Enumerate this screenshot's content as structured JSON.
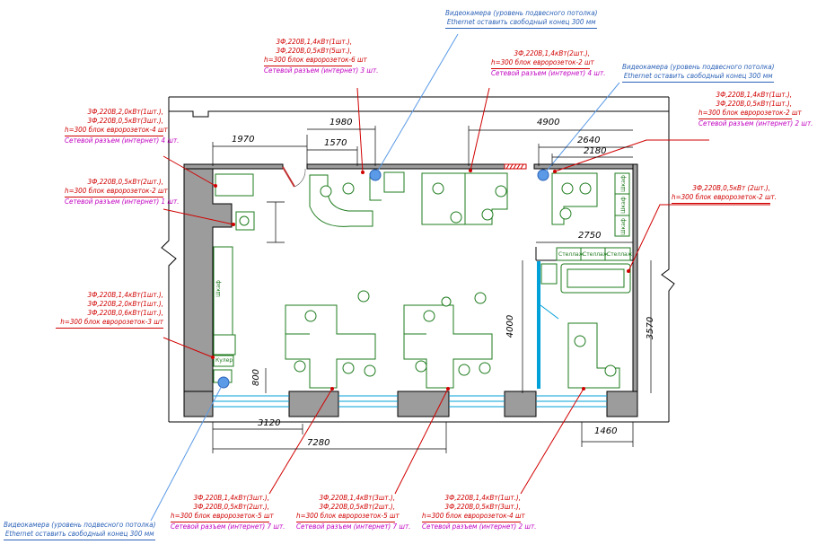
{
  "labels": {
    "cam_top": [
      "Видеокамера (уровень подвесного потолка)",
      "Ethernet оставить свободный конец 300 мм"
    ],
    "cam_right": [
      "Видеокамера (уровень подвесного потолка)",
      "Ethernet оставить свободный конец 300 мм"
    ],
    "cam_bottom": [
      "Видеокамера (уровень подвесного потолка)",
      "Ethernet оставить свободный конец 300 мм"
    ],
    "top_center": {
      "lines": [
        "3Ф,220В,1,4кВт(1шт.),",
        "3Ф,220В,0,5кВт(5шт.),",
        "h=300 блок евророзеток-6 шт"
      ],
      "net": "Сетевой разъем (интернет) 3 шт."
    },
    "top_right1": {
      "lines": [
        "3Ф,220В,1,4кВт(2шт.),",
        "h=300 блок евророзеток-2 шт"
      ],
      "net": "Сетевой разъем (интернет) 4 шт."
    },
    "top_right2": {
      "lines": [
        "3Ф,220В,1,4кВт(1шт.),",
        "3Ф,220В,0,5кВт(1шт.),",
        "h=300 блок евророзеток-2 шт"
      ],
      "net": "Сетевой разъем (интернет) 2 шт."
    },
    "left1": {
      "lines": [
        "3Ф,220В,2,0кВт(1шт.),",
        "3Ф,220В,0,5кВт(3шт.),",
        "h=300 блок евророзеток-4 шт"
      ],
      "net": "Сетевой разъем (интернет) 4 шт."
    },
    "left2": {
      "lines": [
        "3Ф,220В,0,5кВт(2шт.),",
        "h=300 блок евророзеток-2 шт"
      ],
      "net": "Сетевой разъем (интернет) 1 шт."
    },
    "left3": {
      "lines": [
        "3Ф,220В,1,4кВт(1шт.),",
        "3Ф,220В,2,0кВт(1шт.),",
        "3Ф,220В,0,6кВт(1шт.),",
        "h=300 блок евророзеток-3 шт"
      ]
    },
    "right_mid": {
      "lines": [
        "3Ф,220В,0,5кВт (2шт.),",
        "h=300 блок евророзеток-2 шт."
      ]
    },
    "bottom1": {
      "lines": [
        "3Ф,220В,1,4кВт(3шт.),",
        "3Ф,220В,0,5кВт(2шт.),",
        "h=300 блок евророзеток-5 шт"
      ],
      "net": "Сетевой разъем (интернет) 7 шт."
    },
    "bottom2": {
      "lines": [
        "3Ф,220В,1,4кВт(3шт.),",
        "3Ф,220В,0,5кВт(2шт.),",
        "h=300 блок евророзеток-5 шт"
      ],
      "net": "Сетевой разъем (интернет) 7 шт."
    },
    "bottom3": {
      "lines": [
        "3Ф,220В,1,4кВт(1шт.),",
        "3Ф,220В,0,5кВт(3шт.),",
        "h=300 блок евророзеток-4 шт"
      ],
      "net": "Сетевой разъем (интернет) 2 шт."
    }
  },
  "dimensions": {
    "d1970": "1970",
    "d1980": "1980",
    "d1570": "1570",
    "d4900": "4900",
    "d2640": "2640",
    "d2180": "2180",
    "d2750": "2750",
    "d4000": "4000",
    "d3570": "3570",
    "d800": "800",
    "d3120": "3120",
    "d7280": "7280",
    "d1460": "1460"
  },
  "furniture": {
    "cabinet": "Шкаф",
    "cooler": "Кулер",
    "rack": "Стеллаж",
    "cabinet_small": "Шкаф"
  },
  "colors": {
    "wall": "#9c9c9c",
    "furniture": "#1e7b1e",
    "power": "#d10000",
    "network": "#c000c0",
    "camera": "#2d63b8",
    "window": "#00a0d8"
  }
}
